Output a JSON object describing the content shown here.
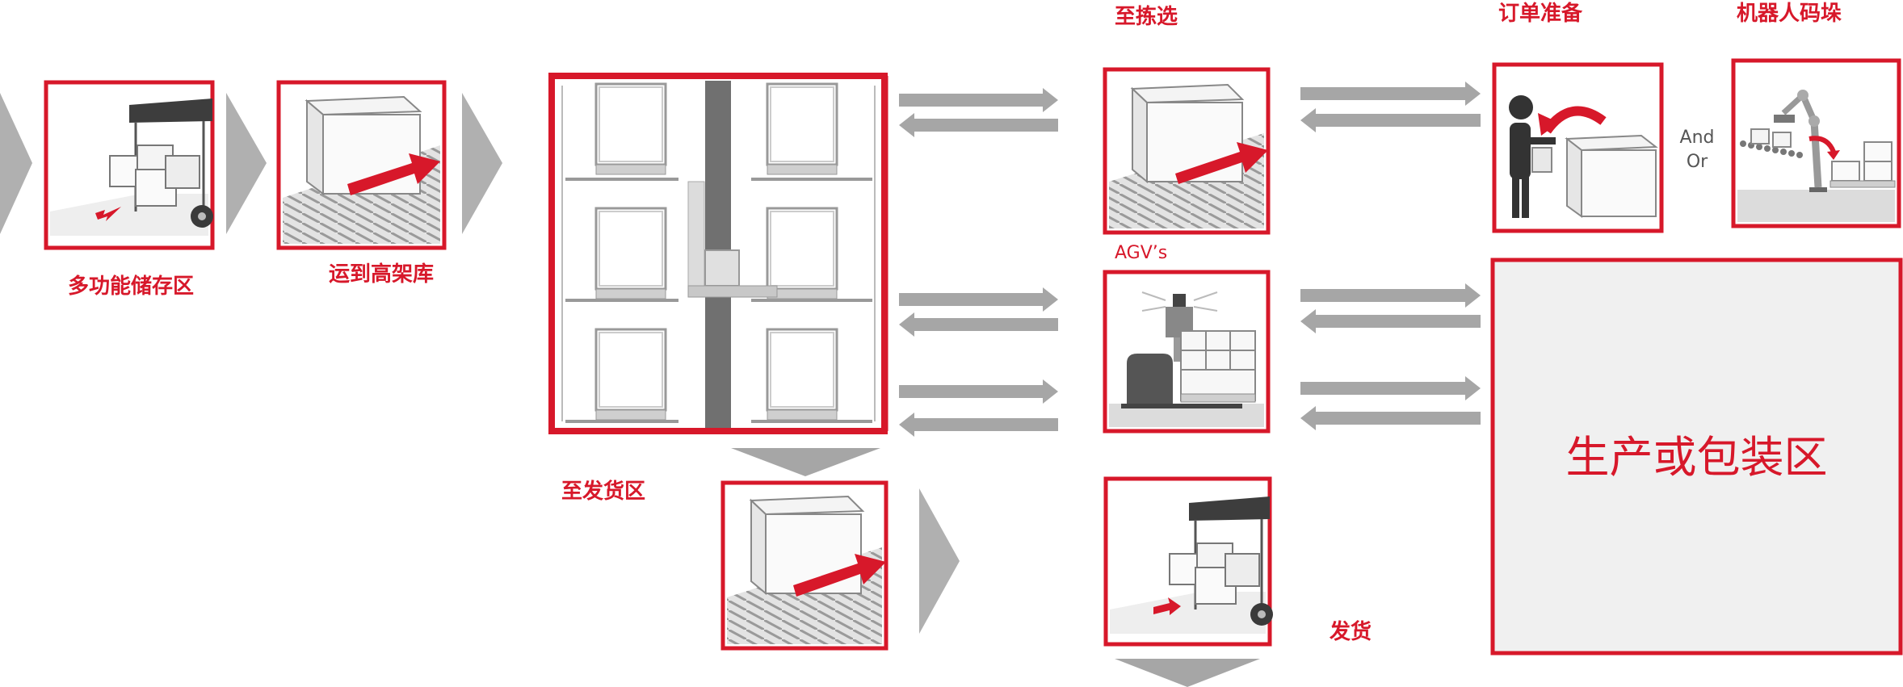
{
  "labels": {
    "multi_storage": "多功能储存区",
    "to_high_bay": "运到高架库",
    "to_picking": "至拣选",
    "agvs": "AGV’s",
    "to_shipping_area": "至发货区",
    "order_prep": "订单准备",
    "robot_palletizing": "机器人码垛",
    "and": "And",
    "or": "Or",
    "shipping": "发货",
    "production_zone": "生产或包装区"
  },
  "colors": {
    "accent_red": "#d7182a",
    "arrow_gray": "#a6a6a6",
    "panel_gray": "#f0f0f0"
  }
}
